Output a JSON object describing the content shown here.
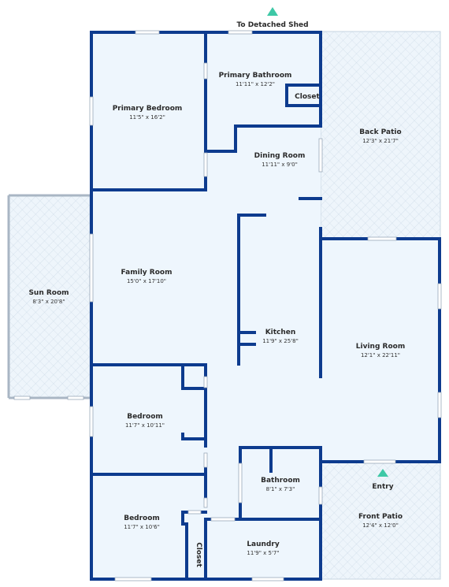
{
  "colors": {
    "wall": "#0d3b8e",
    "interior": "#eef6fd",
    "outdoor": "#eef5fb",
    "tile_line": "#c5d4e2",
    "marker": "#3ec8a6"
  },
  "labels": {
    "to_shed": "To Detached Shed",
    "entry": "Entry",
    "closet_top": "Closet",
    "closet_bottom": "Closet"
  },
  "rooms": {
    "primary_bedroom": {
      "name": "Primary Bedroom",
      "dims": "11'5\" x 16'2\""
    },
    "primary_bathroom": {
      "name": "Primary Bathroom",
      "dims": "11'11\" x 12'2\""
    },
    "dining_room": {
      "name": "Dining Room",
      "dims": "11'11\" x 9'0\""
    },
    "back_patio": {
      "name": "Back Patio",
      "dims": "12'3\" x 21'7\""
    },
    "sun_room": {
      "name": "Sun Room",
      "dims": "8'3\" x 20'8\""
    },
    "family_room": {
      "name": "Family Room",
      "dims": "15'0\" x 17'10\""
    },
    "kitchen": {
      "name": "Kitchen",
      "dims": "11'9\" x 25'8\""
    },
    "living_room": {
      "name": "Living Room",
      "dims": "12'1\" x 22'11\""
    },
    "bedroom_1": {
      "name": "Bedroom",
      "dims": "11'7\" x 10'11\""
    },
    "bathroom": {
      "name": "Bathroom",
      "dims": "8'1\" x 7'3\""
    },
    "bedroom_2": {
      "name": "Bedroom",
      "dims": "11'7\" x 10'6\""
    },
    "front_patio": {
      "name": "Front Patio",
      "dims": "12'4\" x 12'0\""
    },
    "laundry": {
      "name": "Laundry",
      "dims": "11'9\" x 5'7\""
    }
  }
}
